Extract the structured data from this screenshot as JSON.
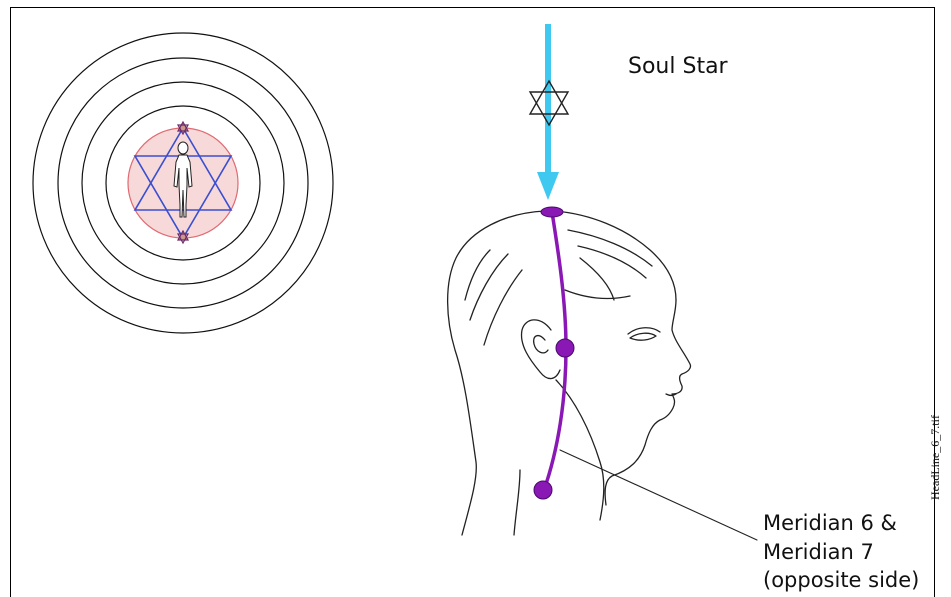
{
  "labels": {
    "soul_star": "Soul Star",
    "meridian_line1": "Meridian 6 &",
    "meridian_line2": "Meridian 7",
    "meridian_line3": "(opposite side)",
    "filename": "HeadLine_6_7.tif"
  },
  "colors": {
    "arrow": "#3fc9f0",
    "meridian": "#8a18b4",
    "star_outline": "#222222",
    "aura_fill": "#f8d9d9",
    "aura_stroke": "#e06a72",
    "merkaba_star": "#3a4fd0",
    "rings": "#111111"
  },
  "icons": {
    "soul_star": "star-of-david-icon",
    "body_figure": "human-figure-icon"
  }
}
